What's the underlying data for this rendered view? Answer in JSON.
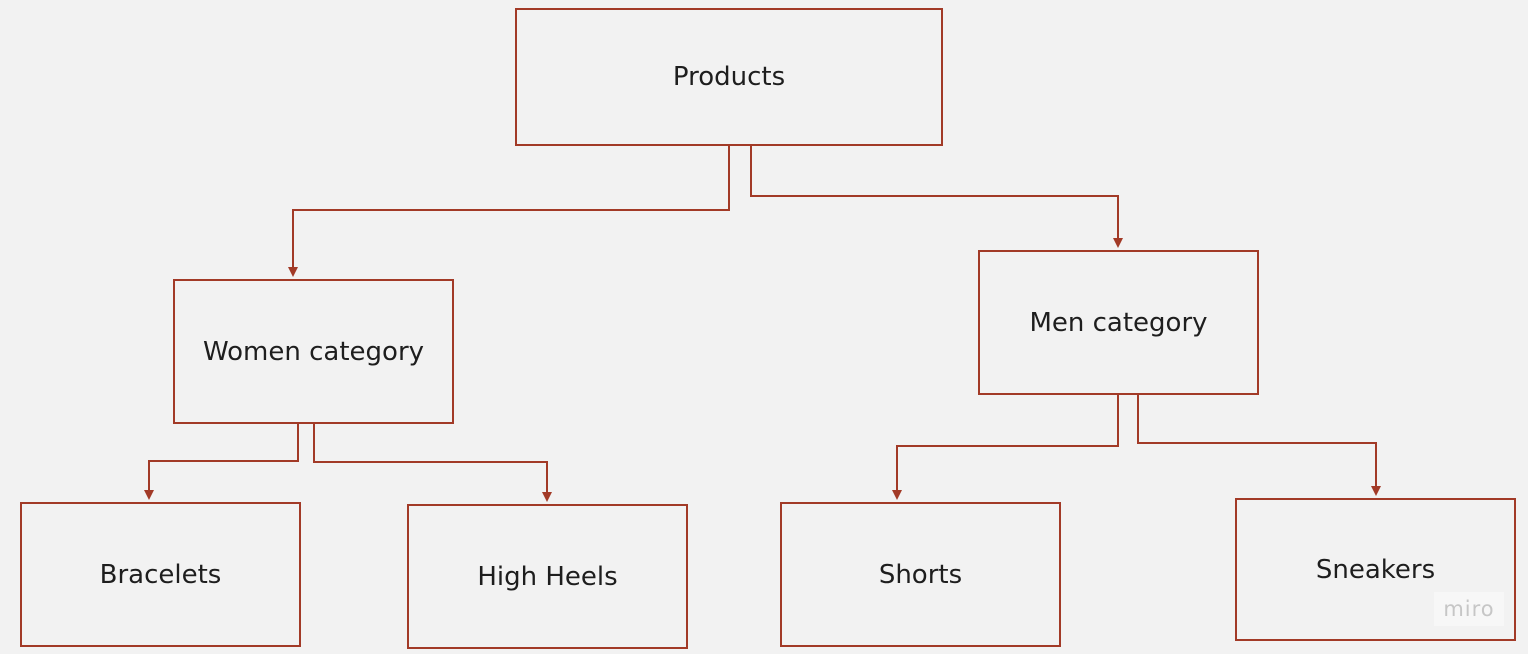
{
  "diagram": {
    "colors": {
      "background": "#f2f2f2",
      "stroke": "#a23a27",
      "text": "#1e1e1e",
      "watermark": "#c6c6c6"
    },
    "nodes": {
      "products": "Products",
      "women": "Women category",
      "men": "Men category",
      "bracelets": "Bracelets",
      "high_heels": "High Heels",
      "shorts": "Shorts",
      "sneakers": "Sneakers"
    },
    "edges": [
      {
        "from": "Products",
        "to": "Women category"
      },
      {
        "from": "Products",
        "to": "Men category"
      },
      {
        "from": "Women category",
        "to": "Bracelets"
      },
      {
        "from": "Women category",
        "to": "High Heels"
      },
      {
        "from": "Men category",
        "to": "Shorts"
      },
      {
        "from": "Men category",
        "to": "Sneakers"
      }
    ]
  },
  "watermark": "miro"
}
